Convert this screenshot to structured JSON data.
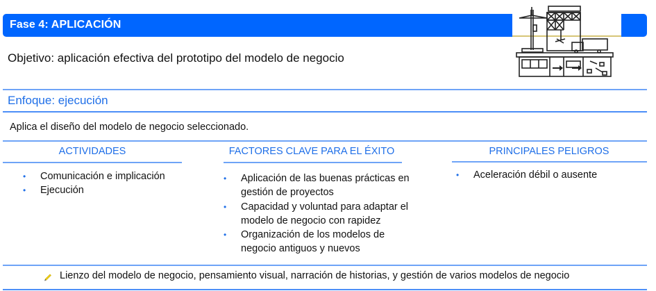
{
  "header": {
    "title": "Fase 4: APLICACIÓN",
    "accent_color": "#0066ff"
  },
  "illustration": {
    "icon": "business-factory-illustration"
  },
  "objective": {
    "text": "Objetivo: aplicación efectiva del prototipo del modelo de negocio"
  },
  "focus": {
    "title": "Enfoque: ejecución",
    "description": "Aplica el diseño del modelo de negocio seleccionado."
  },
  "columns": [
    {
      "header": "ACTIVIDADES",
      "items": [
        "Comunicación e implicación",
        "Ejecución"
      ]
    },
    {
      "header": "FACTORES CLAVE PARA EL ÉXITO",
      "items": [
        "Aplicación de las buenas prácticas en gestión de proyectos",
        "Capacidad y voluntad para adaptar el modelo de negocio con rapidez",
        "Organización de los modelos de negocio antiguos y nuevos"
      ]
    },
    {
      "header": "PRINCIPALES PELIGROS",
      "items": [
        "Aceleración débil o ausente"
      ]
    }
  ],
  "tools": {
    "icon": "pencil-icon",
    "text": "Lienzo del modelo de negocio, pensamiento visual, narración de historias, y gestión de varios modelos de negocio"
  },
  "bullet_glyph": "•"
}
